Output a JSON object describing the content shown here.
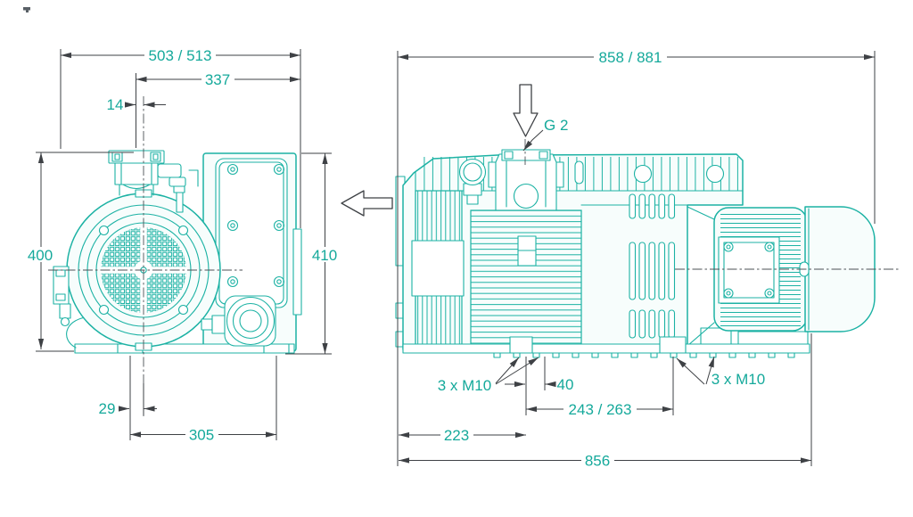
{
  "title": "Vacuum pump dimensional drawing (front and side views)",
  "colors": {
    "line_teal": "#1cb2a4",
    "dimension_gray": "#3e4145",
    "label_teal": "#15a99b",
    "background": "#ffffff"
  },
  "icons": {
    "view_direction_down": "hollow-arrow-down",
    "view_direction_left": "hollow-arrow-left"
  },
  "front_view": {
    "dimensions": {
      "overall_width": "503 / 513",
      "upper_width": "337",
      "inlet_offset": "14",
      "height_left": "400",
      "height_right": "410",
      "foot_offset": "29",
      "foot_spacing": "305"
    }
  },
  "side_view": {
    "dimensions": {
      "overall_length": "858 / 881",
      "hole_spacing": "40",
      "mid_spacing": "243 / 263",
      "left_spacing": "223",
      "base_length": "856"
    },
    "labels": {
      "inlet_thread": "G 2",
      "mounting_left": "3 x M10",
      "mounting_right": "3 x M10"
    }
  }
}
